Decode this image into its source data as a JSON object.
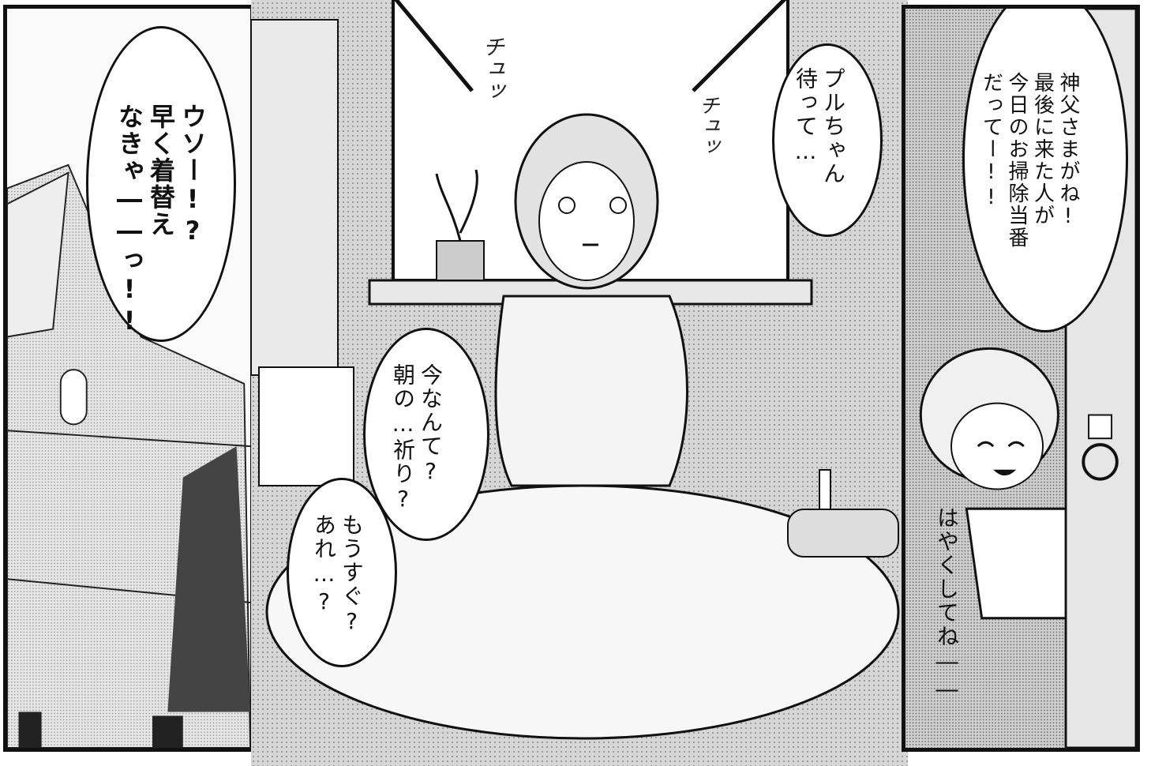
{
  "panels": {
    "left": {
      "speech": "ウソー!?\n早く着替え\nなきゃ――っ!!"
    },
    "center": {
      "sfx_1": "チュッ",
      "sfx_2": "チュッ",
      "speech_top": "プルちゃん\n待って…",
      "speech_mid": "今なんて?\n朝の…祈り?",
      "speech_low": "もうすぐ?\nあれ…?"
    },
    "right": {
      "speech": "神父さまがね!\n最後に来た人が\n今日のお掃除当番\nだってー!!",
      "caption": "はやくしてね――"
    }
  },
  "colors": {
    "ink": "#111111",
    "paper": "#ffffff",
    "screentone": "#d8d8d8"
  }
}
